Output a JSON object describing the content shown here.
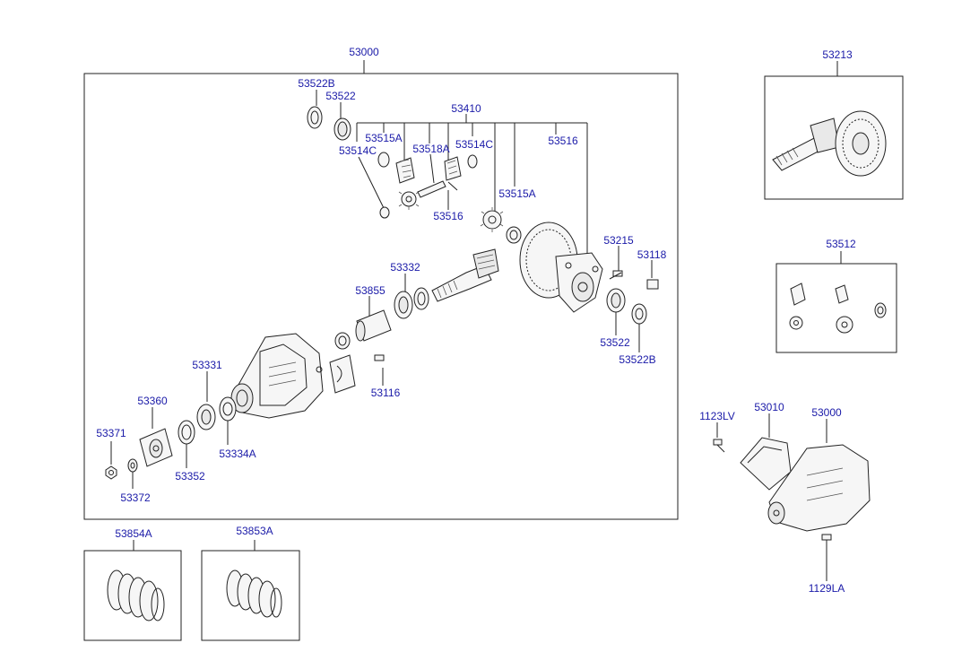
{
  "labels": {
    "l53000_main": "53000",
    "l53522B_top": "53522B",
    "l53522_top": "53522",
    "l53410": "53410",
    "l53515A_top": "53515A",
    "l53514C_left": "53514C",
    "l53518A": "53518A",
    "l53514C_right": "53514C",
    "l53516_top": "53516",
    "l53516_mid": "53516",
    "l53515A_mid": "53515A",
    "l53215": "53215",
    "l53118": "53118",
    "l53332": "53332",
    "l53855": "53855",
    "l53522_bot": "53522",
    "l53522B_bot": "53522B",
    "l53331": "53331",
    "l53116": "53116",
    "l53360": "53360",
    "l53371": "53371",
    "l53334A": "53334A",
    "l53352": "53352",
    "l53372": "53372",
    "l53854A": "53854A",
    "l53853A": "53853A",
    "l53213": "53213",
    "l53512": "53512",
    "l1123LV": "1123LV",
    "l53010": "53010",
    "l53000_right": "53000",
    "l1129LA": "1129LA"
  }
}
